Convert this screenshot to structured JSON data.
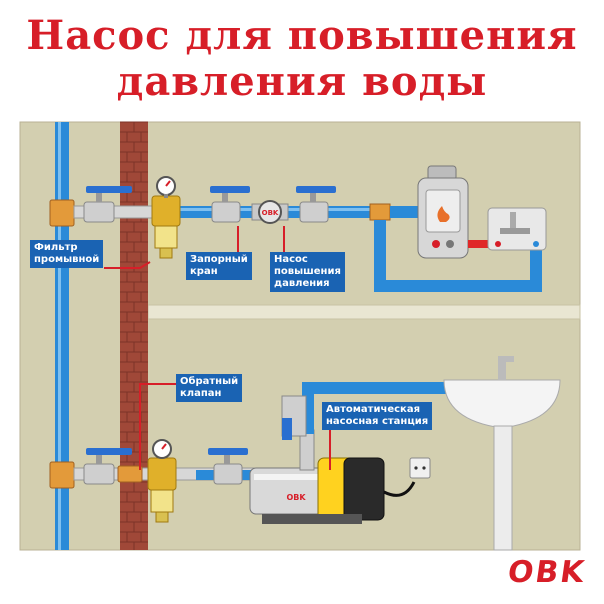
{
  "title": {
    "line1": "Насос для повышения",
    "line2": "давления воды"
  },
  "labels": {
    "filter": [
      "Фильтр",
      "промывной"
    ],
    "valve": [
      "Запорный",
      "кран"
    ],
    "pump": [
      "Насос",
      "повышения",
      "давления"
    ],
    "check_valve": [
      "Обратный",
      "клапан"
    ],
    "station": [
      "Автоматическая",
      "насосная станция"
    ]
  },
  "pump_brand": "OBK",
  "logo": "OBK",
  "colors": {
    "title": "#d71e28",
    "label_bg": "#1a63b3",
    "pipe_blue": "#2a8ad8",
    "pipe_red": "#e02828",
    "wall": "#d3cfb0",
    "brick": "#a04838"
  }
}
